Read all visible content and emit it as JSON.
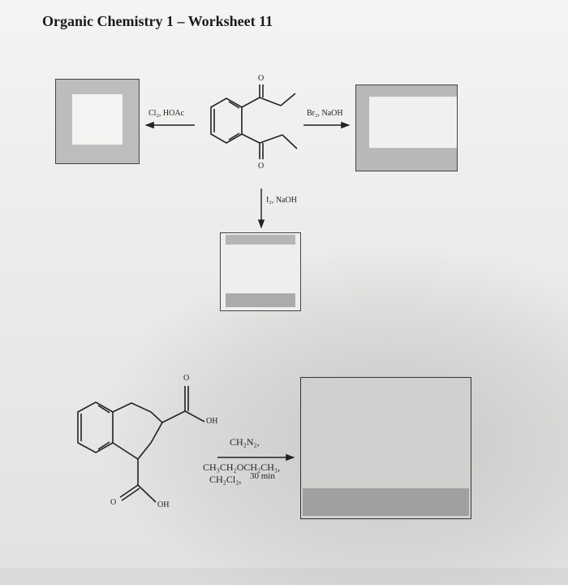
{
  "worksheet": {
    "title": "Organic Chemistry 1 – Worksheet 11"
  },
  "reaction_left": {
    "reagent": "Cl₂, HOAc"
  },
  "reaction_right": {
    "reagent": "Br₂, NaOH"
  },
  "reaction_down": {
    "reagent": "I₂, NaOH"
  },
  "diketone": {
    "o_top": "O",
    "o_bottom": "O"
  },
  "diacid": {
    "o_top": "O",
    "oh_top": "OH",
    "o_bottom": "O",
    "oh_bottom": "OH"
  },
  "reaction_bottom": {
    "reagent1": "CH₂N₂,",
    "reagent2": "CH₃CH₂OCH₂CH₃,",
    "reagent3": "CH₂Cl₂,",
    "condition": "30 min"
  }
}
